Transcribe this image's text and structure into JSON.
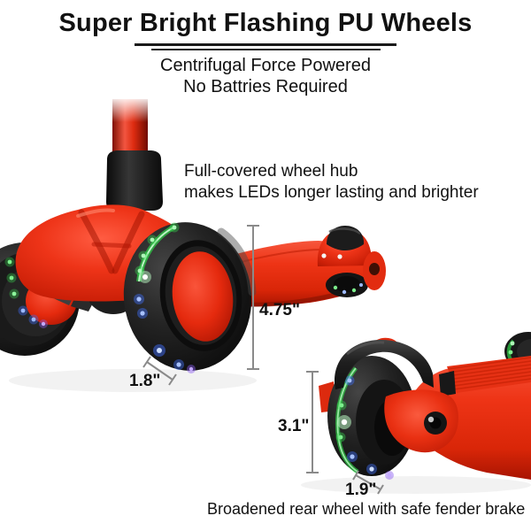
{
  "header": {
    "title": "Super Bright Flashing PU Wheels",
    "subtitle_line1": "Centrifugal Force Powered",
    "subtitle_line2": "No Battries Required"
  },
  "annotations": {
    "hub_note_line1": "Full-covered wheel hub",
    "hub_note_line2": "makes LEDs longer lasting and brighter",
    "bottom_caption": "Broadened rear wheel with safe fender brake"
  },
  "measurements": {
    "deck_height": "4.75\"",
    "front_wheel_width": "1.8\"",
    "rear_wheel_diameter": "3.1\"",
    "rear_wheel_width": "1.9\""
  },
  "colors": {
    "scooter_red": "#ee3014",
    "tire_black": "#141414",
    "led_green": "#38d650",
    "led_blue": "#3f6cf5",
    "led_purple": "#8a5cf0",
    "measure_gray": "#8a8a8a",
    "text_black": "#111111",
    "background": "#ffffff"
  }
}
